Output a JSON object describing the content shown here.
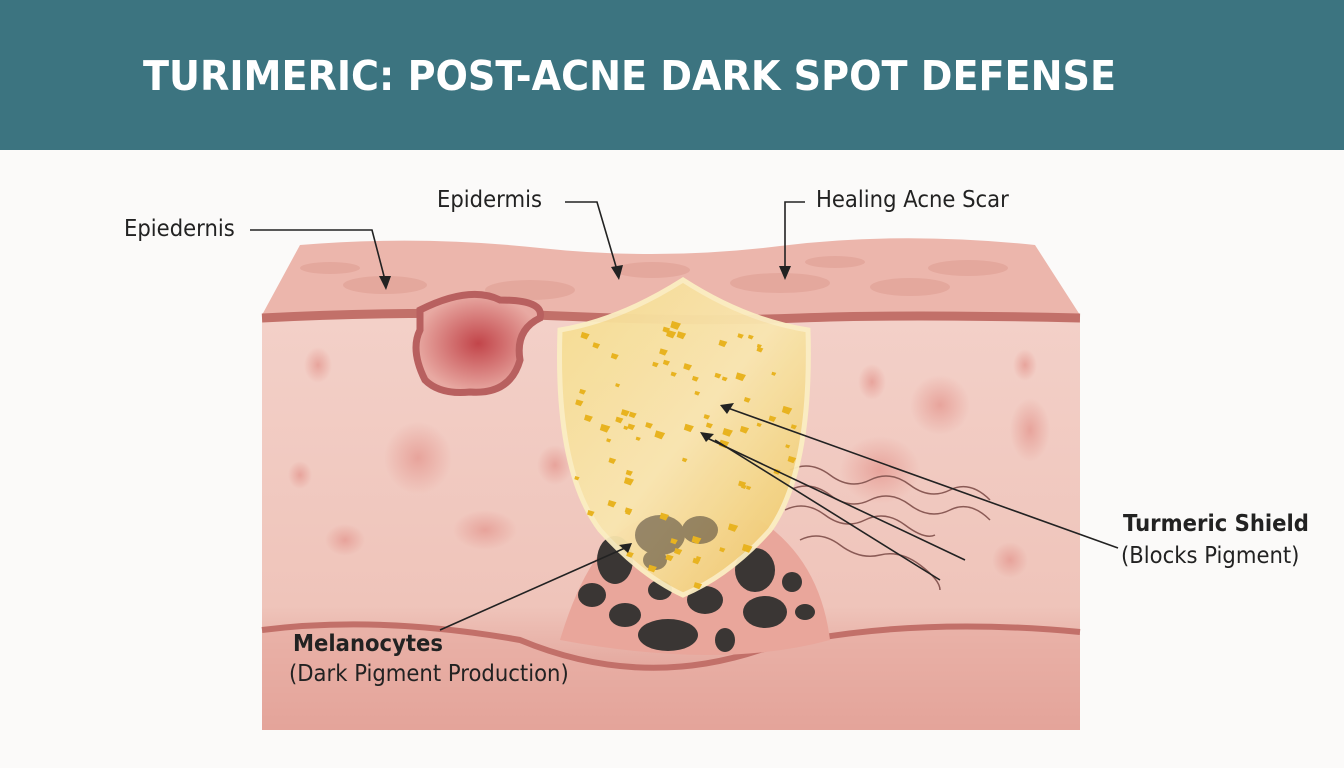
{
  "header": {
    "title": "TURIMERIC: POST-ACNE DARK SPOT DEFENSE"
  },
  "labels": {
    "epiedernis": "Epiedernis",
    "epidermis": "Epidermis",
    "healing_scar": "Healing Acne Scar",
    "shield_title": "Turmeric Shield",
    "shield_sub": "(Blocks Pigment)",
    "melanocytes_title": "Melanocytes",
    "melanocytes_sub": "(Dark Pigment Production)"
  },
  "colors": {
    "header": "#3c7480",
    "skin": "#f0c4bb",
    "skin_line": "#c27069",
    "shield": "#f7d27a",
    "pigment": "#3a3634"
  }
}
